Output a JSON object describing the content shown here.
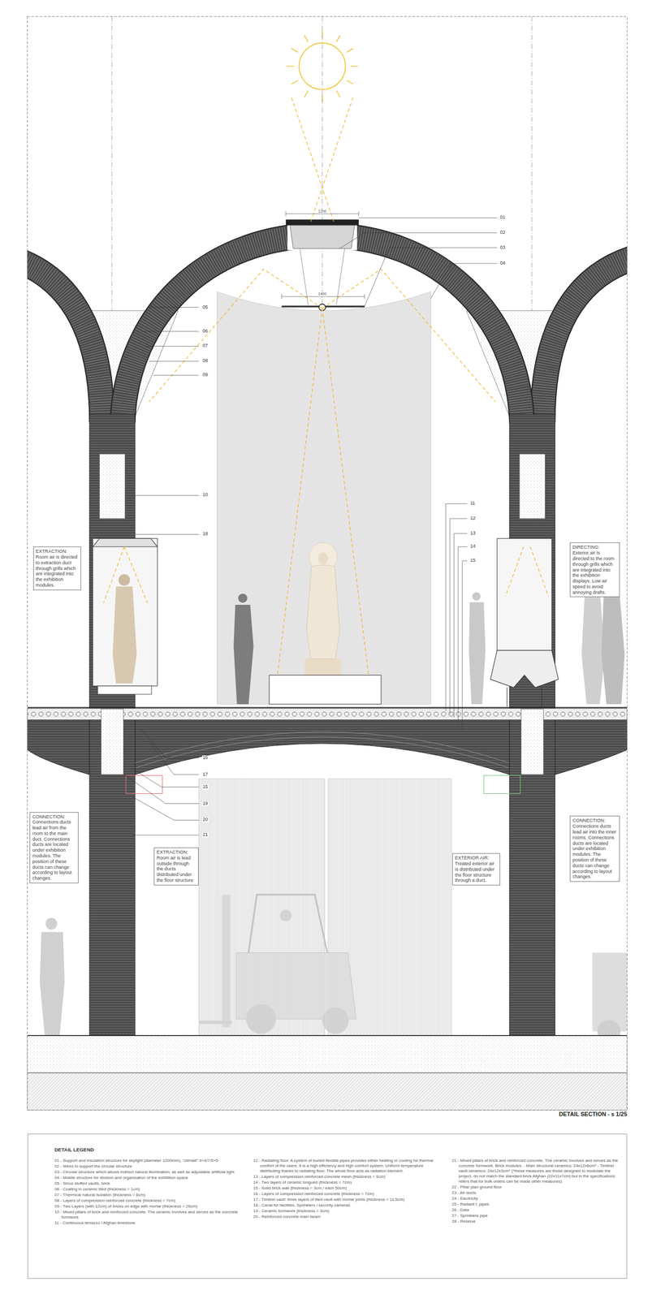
{
  "diagram": {
    "title": "DETAIL SECTION - s 1/25",
    "nodes": [
      {
        "text": [
          "EXTRACTION:",
          "Room air is directed to extraction duct through grills which are integrated into the exhibition modules."
        ]
      },
      {
        "text": [
          "DIRECTING:",
          "Exterior air is directed to the room through grills which are integrated into the exhibition displays. Low air speed to avoid annoying drafts."
        ]
      },
      {
        "text": [
          "CONNECTION:",
          "Connections ducts lead air from the room to the main duct. Connections ducts are located under exhibition modules. The position of these ducts can change according to layout changes."
        ]
      },
      {
        "text": [
          "EXTRACTION:",
          "Room air is lead outside through the ducts distributed under the floor structure"
        ]
      },
      {
        "text": [
          "EXTERIOR AIR:",
          "Treated exterior air is distributed under the floor structure through a duct."
        ]
      },
      {
        "text": [
          "CONNECTION:",
          "Connections ducts lead air into the inner rooms. Connections ducts are located under exhibition modules. The position of these ducts can change according to layout changes."
        ]
      },
      {
        "text": [
          "DETAIL LEGEND",
          "01 - Support and insulation structure for skylight (diameter 1200mm), \"climalit\" 4+4/7/5+5",
          "02 - Wires to support the circular structure",
          "03 - Circular structure which allows indirect natural illumination, as well as adjustable artificial light",
          "04 - Mobile structure for division and organization of the exhibition space",
          "05 - Sinus stuffed vaults, brick",
          "06 - Coating in ceramic tiled (thickness = 1cm)",
          "07 - Thermical natural isolation (thickness = 6cm)",
          "08 - Layers of compression reinforced concrete (thickness = 7cm)",
          "09 - Two Layers (with 12cm) of bricks on edge with mortar (thickness = 26cm)",
          "10 - Mixed pillars of brick and reinforced concrete. The ceramic involves and serves as the concrete formwork",
          "11 - Continuous terrazzo / Afghan limestone",
          "12 - Radiating floor. A system of buried flexible pipes provides either heating or cooling for thermal comfort of the users. It is a high efficiency and high comfort system. Uniform temperature distributing thanks to radiating floor. The whole floor acts as radiation element.",
          "13 - Layers of compression reinforced concrete mesh (thickness = 5cm)",
          "14 - Two layers of ceramic longued (thickness = 7cm)",
          "15 - Solid brick wall (thickness = 3cm / each 50cm)",
          "16 - Layers of compression reinforced concrete (thickness = 7cm)",
          "17 - Timbrel vault: three layers of tiled vault with mortar joints (thickness = 11,5cm)",
          "18 - Canal for facilities. Sprinklers / security cameras",
          "19 - Ceramic formwork (thickness = 3cm)",
          "20 - Reinforced concrete main beam",
          "21 - Mixed pillars of brick and reinforced concrete. The ceramic involves and serves as the concrete formwork. Brick modules: - Main structural ceramics: 24x12x6cm* - Timbrel vault ceramics: 24x12x3cm* (*these measures are those designed to modulate the project, do not match the standard brick Afghan (22x11x7cm) but in the specifications refers that for bulk orders can be made other measures).",
          "22 - Pillar plan ground floor",
          "23 - Air ducts",
          "24 - Electricity",
          "25 - Radiant f. pipes",
          "26 - Data",
          "27 - Sprinklers pipe",
          "28 - Reserve"
        ]
      }
    ],
    "labels": [
      "01",
      "02",
      "03",
      "04",
      "05",
      "06",
      "07",
      "08",
      "09",
      "10",
      "18",
      "11",
      "12",
      "13",
      "14",
      "15",
      "16",
      "17",
      "15",
      "19",
      "20",
      "21",
      "1200",
      "1400"
    ]
  }
}
